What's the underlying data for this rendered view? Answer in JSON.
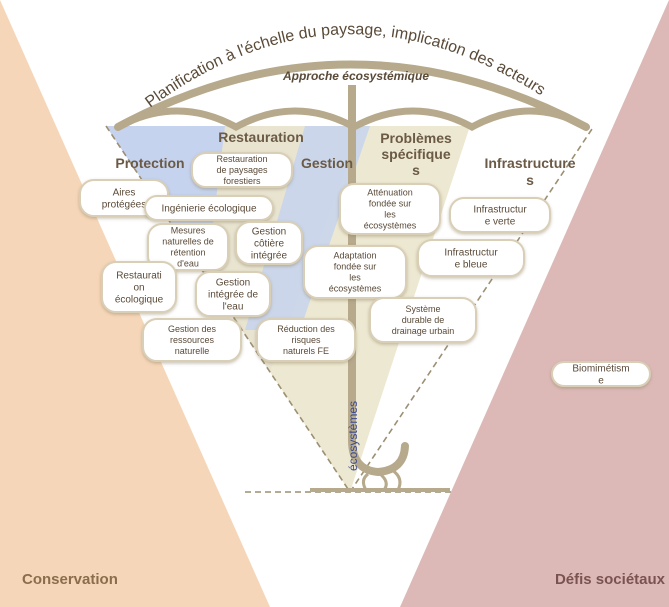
{
  "arc_title": "Planification à l'échelle du paysage, implication des acteurs",
  "umbrella_subtitle": "Approche écosystémique",
  "corner_left": "Conservation",
  "corner_right": "Défis sociétaux",
  "handle_text": "écosystèmes",
  "categories": [
    {
      "id": "protection",
      "lines": [
        "Protection"
      ]
    },
    {
      "id": "restauration",
      "lines": [
        "Restauration"
      ]
    },
    {
      "id": "gestion",
      "lines": [
        "Gestion"
      ]
    },
    {
      "id": "problemes",
      "lines": [
        "Problèmes",
        "spécifique",
        "s"
      ]
    },
    {
      "id": "infrastructures",
      "lines": [
        "Infrastructure",
        "s"
      ]
    }
  ],
  "items": [
    {
      "id": "aires-protegees",
      "lines": [
        "Aires",
        "protégées"
      ]
    },
    {
      "id": "restauration-paysages",
      "lines": [
        "Restauration",
        "de paysages",
        "forestiers"
      ]
    },
    {
      "id": "ingenierie-ecologique",
      "lines": [
        "Ingénierie  écologique"
      ]
    },
    {
      "id": "mesures-naturelles",
      "lines": [
        "Mesures",
        "naturelles de",
        "rétention",
        "d'eau"
      ]
    },
    {
      "id": "gestion-cotiere",
      "lines": [
        "Gestion",
        "côtière",
        "intégrée"
      ]
    },
    {
      "id": "restauration-ecologique",
      "lines": [
        "Restaurati",
        "on",
        "écologique"
      ]
    },
    {
      "id": "gestion-integree-eau",
      "lines": [
        "Gestion",
        "intégrée de",
        "l'eau"
      ]
    },
    {
      "id": "gestion-ressources",
      "lines": [
        "Gestion des",
        "ressources",
        "naturelle"
      ]
    },
    {
      "id": "reduction-risques",
      "lines": [
        "Réduction des",
        "risques",
        "naturels FE"
      ]
    },
    {
      "id": "attenuation",
      "lines": [
        "Atténuation",
        "fondée sur",
        "les",
        "écosystèmes"
      ]
    },
    {
      "id": "adaptation",
      "lines": [
        "Adaptation",
        "fondée sur",
        "les",
        "écosystèmes"
      ]
    },
    {
      "id": "infra-verte",
      "lines": [
        "Infrastructur",
        "e verte"
      ]
    },
    {
      "id": "infra-bleue",
      "lines": [
        "Infrastructur",
        "e bleue"
      ]
    },
    {
      "id": "systeme-drainage",
      "lines": [
        "Système",
        "durable de",
        "drainage urbain"
      ]
    },
    {
      "id": "biomimetisme",
      "lines": [
        "Biomimétism",
        "e"
      ]
    }
  ],
  "colors": {
    "left_triangle": "#f6d6b8",
    "right_triangle": "#dcb9b7",
    "blue_band": "#c6d3ee",
    "beige_band": "#ebe5cc",
    "umbrella": "#b6a98c",
    "text": "#5a4a38",
    "pill_border": "#d9ceb6"
  }
}
